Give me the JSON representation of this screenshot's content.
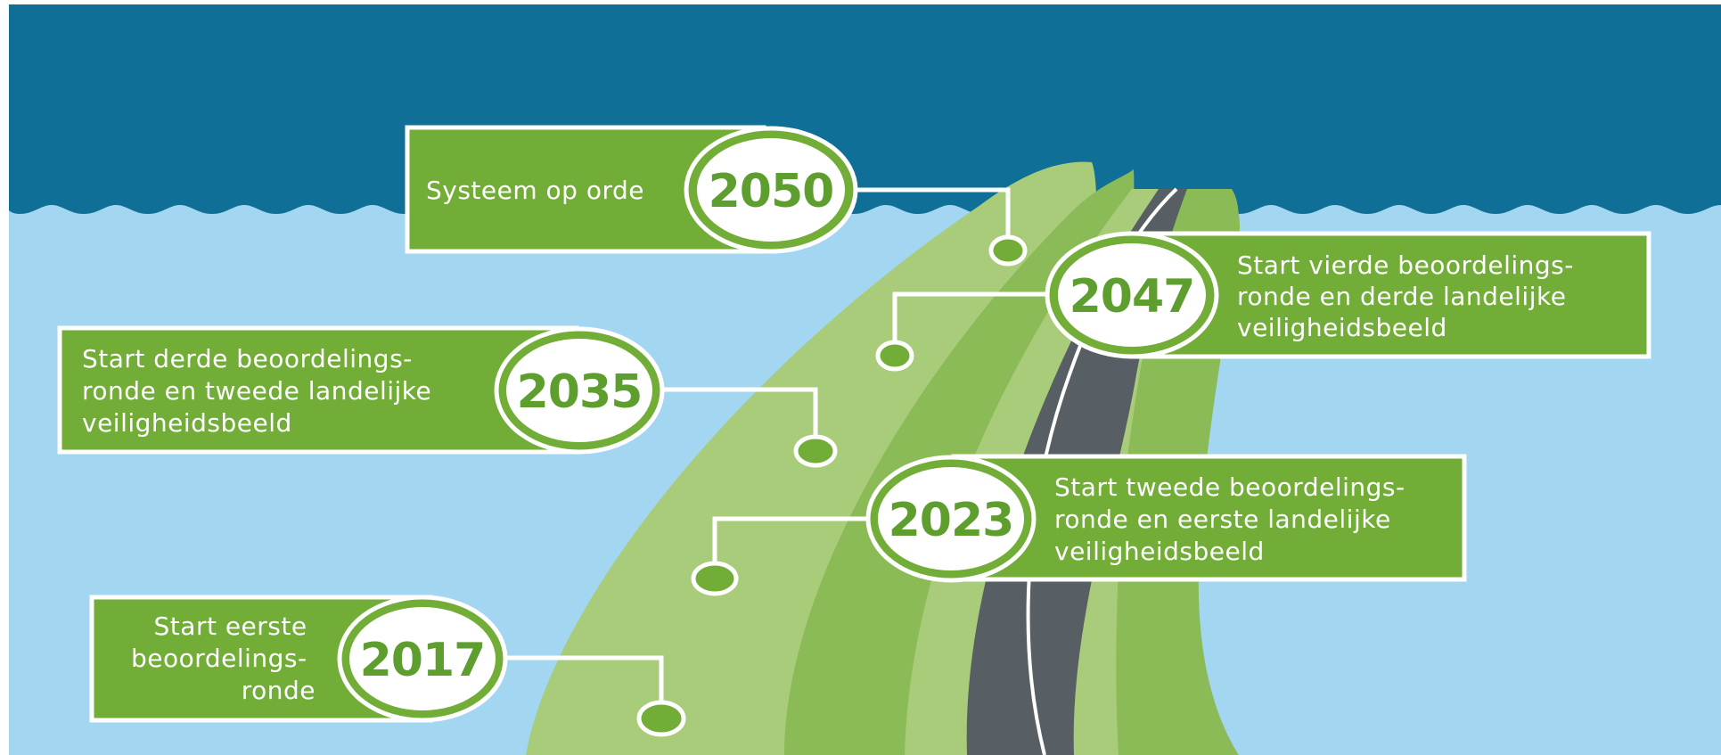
{
  "colors": {
    "deep_water": "#106f96",
    "shallow_water": "#a3d6f1",
    "dike_light": "#a9cc7a",
    "dike_mid": "#8bbb56",
    "road": "#575e64",
    "box_green": "#72ad38",
    "year_green": "#5e9e2f",
    "white": "#ffffff"
  },
  "milestones": [
    {
      "year": "2050",
      "lines": [
        "Systeem op orde"
      ]
    },
    {
      "year": "2047",
      "lines": [
        "Start vierde beoordelings-",
        "ronde en derde landelijke",
        "veiligheidsbeeld"
      ]
    },
    {
      "year": "2035",
      "lines": [
        "Start derde beoordelings-",
        "ronde en tweede landelijke",
        "veiligheidsbeeld"
      ]
    },
    {
      "year": "2023",
      "lines": [
        "Start tweede beoordelings-",
        "ronde en eerste landelijke",
        "veiligheidsbeeld"
      ]
    },
    {
      "year": "2017",
      "lines": [
        "Start eerste",
        "beoordelings-",
        "ronde"
      ]
    }
  ]
}
